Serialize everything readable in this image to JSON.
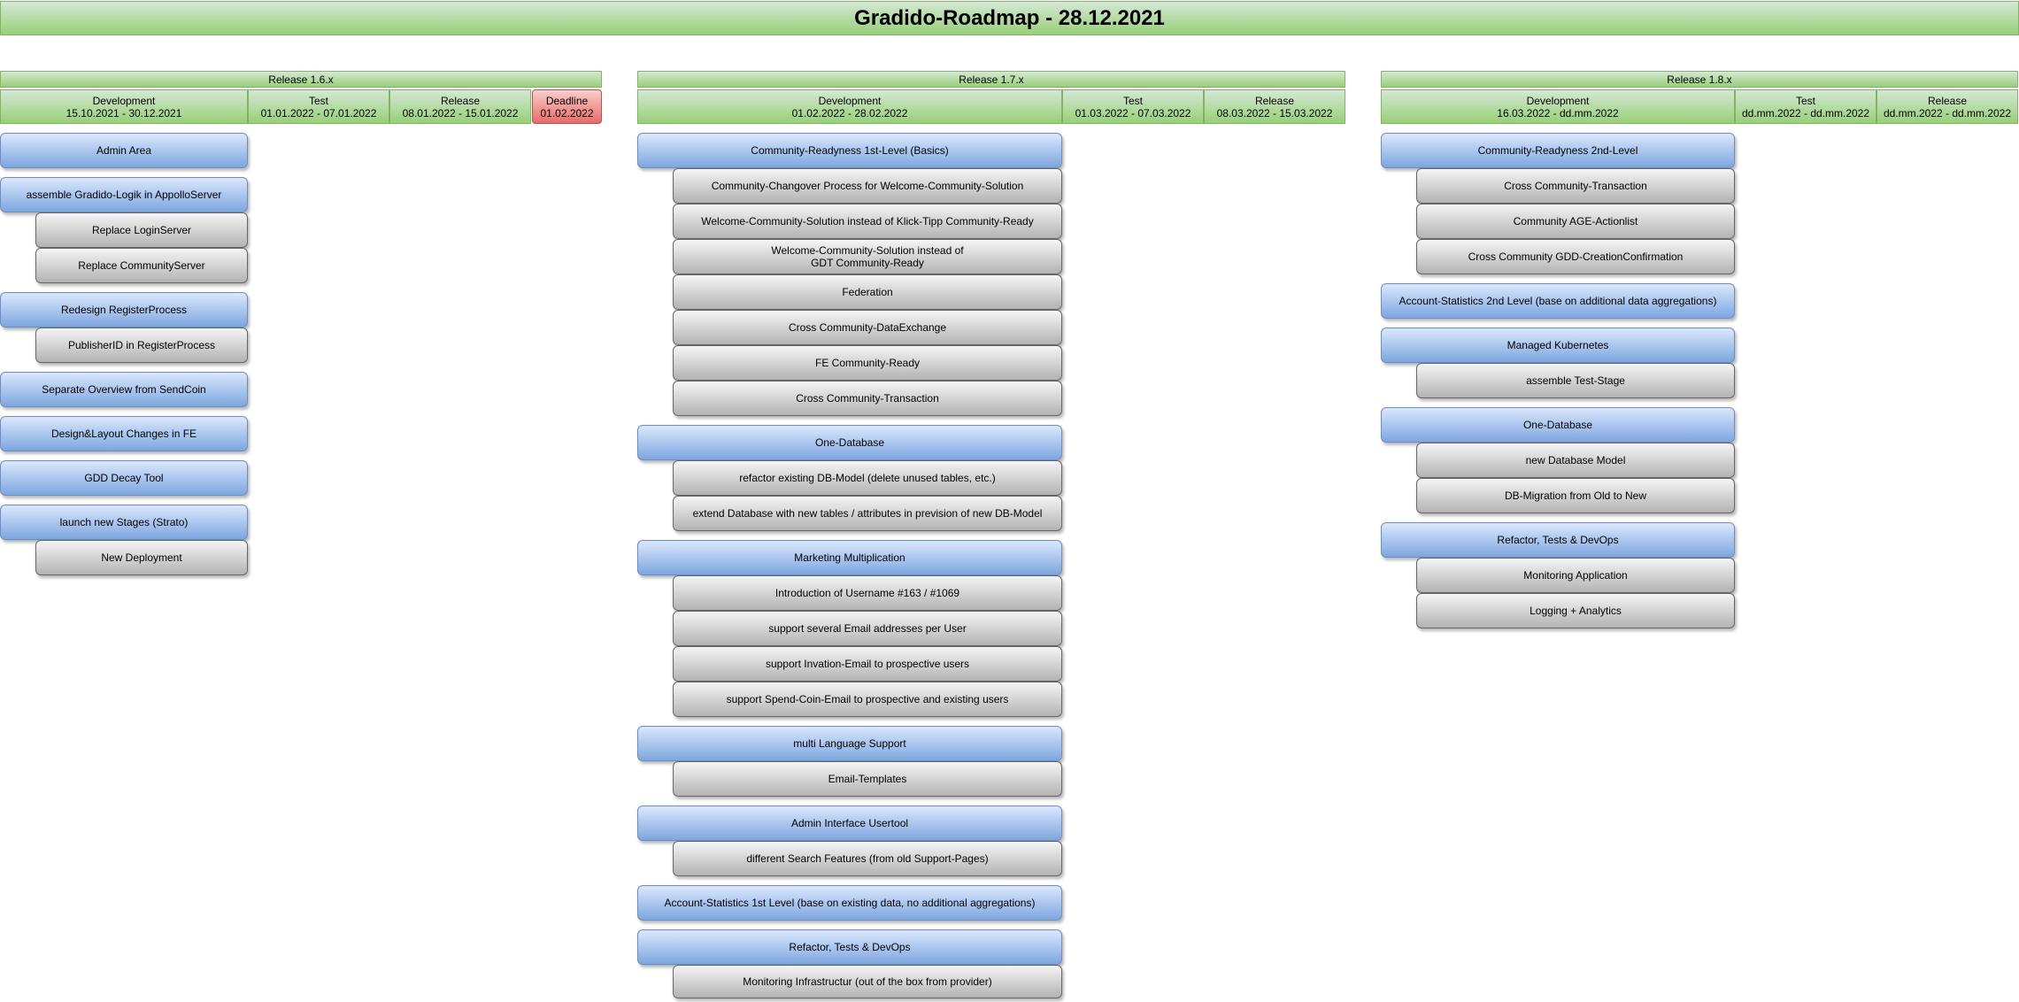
{
  "title": "Gradido-Roadmap - 28.12.2021",
  "releases": [
    {
      "name": "Release 1.6.x",
      "phases": [
        {
          "name": "Development",
          "dates": "15.10.2021 - 30.12.2021"
        },
        {
          "name": "Test",
          "dates": "01.01.2022 - 07.01.2022"
        },
        {
          "name": "Release",
          "dates": "08.01.2022 - 15.01.2022"
        },
        {
          "name": "Deadline",
          "dates": "01.02.2022"
        }
      ],
      "items": [
        "Admin Area",
        "assemble Gradido-Logik in AppolloServer",
        "Replace LoginServer",
        "Replace CommunityServer",
        "Redesign RegisterProcess",
        "PublisherID in RegisterProcess",
        "Separate Overview from SendCoin",
        "Design&Layout Changes in FE",
        "GDD Decay Tool",
        "launch new Stages (Strato)",
        "New Deployment"
      ]
    },
    {
      "name": "Release 1.7.x",
      "phases": [
        {
          "name": "Development",
          "dates": "01.02.2022 - 28.02.2022"
        },
        {
          "name": "Test",
          "dates": "01.03.2022 - 07.03.2022"
        },
        {
          "name": "Release",
          "dates": "08.03.2022 - 15.03.2022"
        }
      ],
      "items": [
        "Community-Readyness 1st-Level (Basics)",
        "Community-Changover Process for Welcome-Community-Solution",
        "Welcome-Community-Solution instead of Klick-Tipp Community-Ready",
        "Welcome-Community-Solution instead of\nGDT Community-Ready",
        "Federation",
        "Cross Community-DataExchange",
        "FE Community-Ready",
        "Cross Community-Transaction",
        "One-Database",
        "refactor existing DB-Model (delete unused tables, etc.)",
        "extend Database with new tables / attributes in prevision of new DB-Model",
        "Marketing Multiplication",
        "Introduction of Username #163 / #1069",
        "support several Email addresses per User",
        "support Invation-Email to prospective users",
        "support Spend-Coin-Email to prospective and existing users",
        "multi Language Support",
        "Email-Templates",
        "Admin Interface Usertool",
        "different Search Features (from old Support-Pages)",
        "Account-Statistics 1st Level (base on existing data, no additional aggregations)",
        "Refactor, Tests & DevOps",
        "Monitoring Infrastructur (out of the box from provider)"
      ]
    },
    {
      "name": "Release 1.8.x",
      "phases": [
        {
          "name": "Development",
          "dates": "16.03.2022 - dd.mm.2022"
        },
        {
          "name": "Test",
          "dates": "dd.mm.2022 - dd.mm.2022"
        },
        {
          "name": "Release",
          "dates": "dd.mm.2022 - dd.mm.2022"
        }
      ],
      "items": [
        "Community-Readyness 2nd-Level",
        "Cross Community-Transaction",
        "Community AGE-Actionlist",
        "Cross Community GDD-CreationConfirmation",
        "Account-Statistics 2nd Level (base on additional data aggregations)",
        "Managed Kubernetes",
        "assemble Test-Stage",
        "One-Database",
        "new Database Model",
        "DB-Migration from Old to New",
        "Refactor, Tests & DevOps",
        "Monitoring Application",
        "Logging + Analytics"
      ]
    }
  ]
}
